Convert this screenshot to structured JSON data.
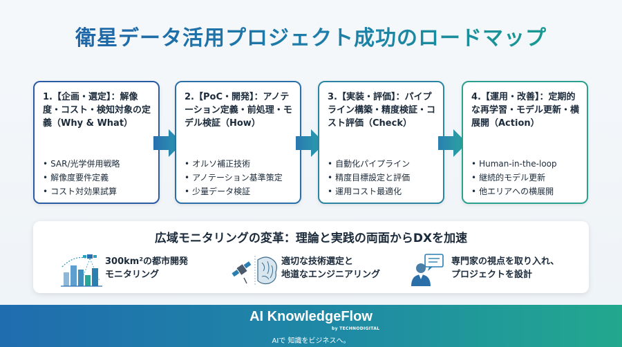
{
  "title": "衛星データ活用プロジェクト成功のロードマップ",
  "steps": [
    {
      "heading": "1.【企画・選定】：解像度・コスト・検知対象の定義（Why & What）",
      "items": [
        "SAR/光学併用戦略",
        "解像度要件定義",
        "コスト対効果試算"
      ]
    },
    {
      "heading": "2.【PoC・開発】：アノテーション定義・前処理・モデル検証（How）",
      "items": [
        "オルソ補正技術",
        "アノテーション基準策定",
        "少量データ検証"
      ]
    },
    {
      "heading": "3.【実装・評価】：パイプライン構築・精度検証・コスト評価（Check）",
      "items": [
        "自動化パイプライン",
        "精度目標設定と評価",
        "運用コスト最適化"
      ]
    },
    {
      "heading": "4.【運用・改善】：定期的な再学習・モデル更新・横展開（Action）",
      "items": [
        "Human-in-the-loop",
        "継続的モデル更新",
        "他エリアへの横展開"
      ]
    }
  ],
  "panel": {
    "title": "広域モニタリングの変革：理論と実践の両面からDXを加速",
    "features": [
      {
        "line1": "300km²の都市開発",
        "line2": "モニタリング",
        "icon": "satellite-city-icon"
      },
      {
        "line1": "適切な技術選定と",
        "line2": "地道なエンジニアリング",
        "icon": "satellite-brain-icon"
      },
      {
        "line1": "専門家の視点を取り入れ、",
        "line2": "プロジェクトを設計",
        "icon": "expert-presenter-icon"
      }
    ]
  },
  "footer": {
    "brand": "AI KnowledgeFlow",
    "byline": "by TECHNODIGITAL",
    "tagline": "AIで 知識をビジネスへ。"
  },
  "colors": {
    "card1": "#2a5aa6",
    "card2": "#2a6fa8",
    "card3": "#2a86a0",
    "card4": "#2aa08f",
    "arrow": "#2a8fb0",
    "footer_start": "#1f6cae",
    "footer_end": "#22a88d"
  }
}
